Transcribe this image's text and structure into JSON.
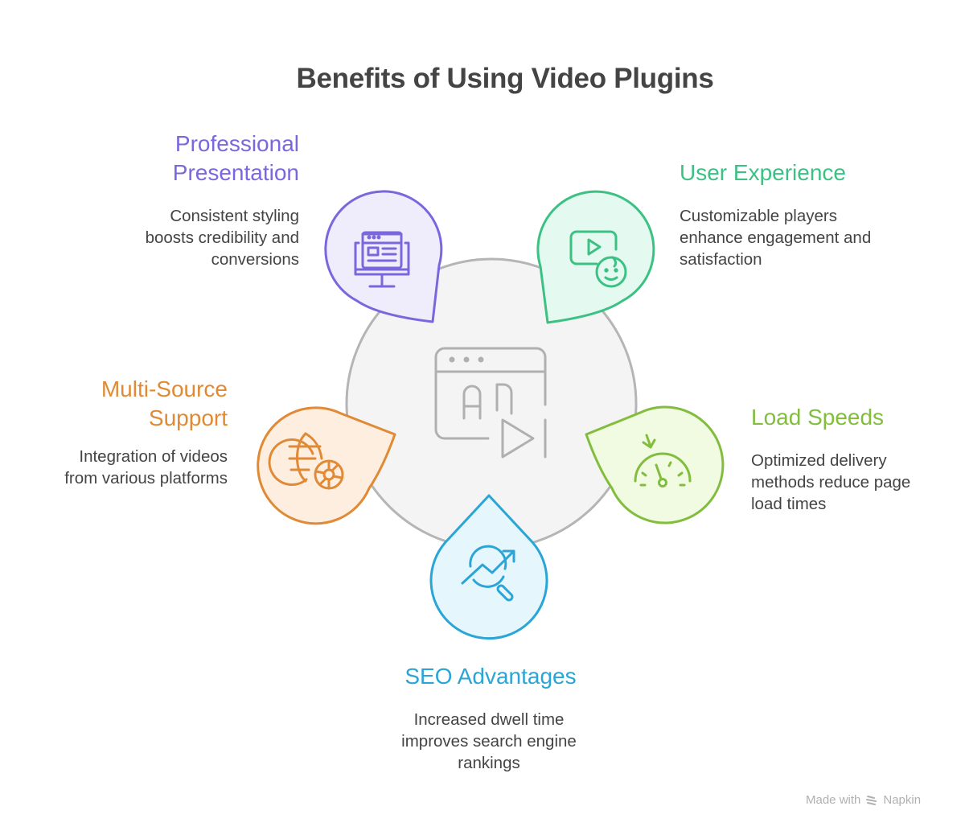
{
  "title": "Benefits of Using Video Plugins",
  "colors": {
    "purple": "#7b67dd",
    "green": "#3cc184",
    "orange": "#e08a35",
    "lime": "#82bd3e",
    "blue": "#2aa5d5",
    "center_stroke": "#b5b5b5",
    "text": "#444444"
  },
  "center": {
    "icon": "video-ad-player-icon"
  },
  "items": [
    {
      "label_line1": "Professional",
      "label_line2": "Presentation",
      "desc_line1": "Consistent styling",
      "desc_line2": "boosts credibility and",
      "desc_line3": "conversions",
      "icon": "monitor-webpage-icon"
    },
    {
      "label_line1": "User Experience",
      "desc_line1": "Customizable players",
      "desc_line2": "enhance engagement and",
      "desc_line3": "satisfaction",
      "icon": "video-smiley-icon"
    },
    {
      "label_line1": "Multi-Source",
      "label_line2": "Support",
      "desc_line1": "Integration of videos",
      "desc_line2": "from various platforms",
      "icon": "globe-wheel-icon"
    },
    {
      "label_line1": "Load Speeds",
      "desc_line1": "Optimized delivery",
      "desc_line2": "methods reduce page",
      "desc_line3": "load times",
      "icon": "speedometer-icon"
    },
    {
      "label_line1": "SEO Advantages",
      "desc_line1": "Increased dwell time",
      "desc_line2": "improves search engine",
      "desc_line3": "rankings",
      "icon": "search-trend-icon"
    }
  ],
  "footer": {
    "prefix": "Made with",
    "brand": "Napkin"
  }
}
